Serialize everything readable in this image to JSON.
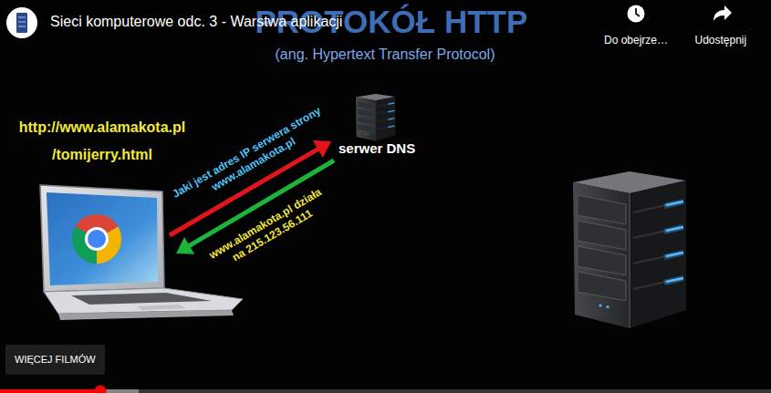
{
  "diagram": {
    "title": "PROTOKÓŁ HTTP",
    "nodes": [
      {
        "text": [
          "http://www.alamakota.pl /tomijerry.html"
        ]
      },
      {
        "text": [
          "serwer DNS"
        ]
      },
      {
        "text": [
          "WIĘCEJ FILMÓW"
        ]
      }
    ],
    "edges": [
      {
        "from": 0,
        "to": 1,
        "label": "Jaki jest adres IP serwera strony www.alamakota.pl",
        "arrow": "to"
      },
      {
        "from": 1,
        "to": 0,
        "label": "www.alamakota.pl działa na 215.123.56.111",
        "arrow": "to"
      }
    ],
    "labels": [
      "Sieci komputerowe odc. 3 - Warstwa aplikacji",
      "(ang. Hypertext Transfer Protocol)",
      "Do obejrze…",
      "Udostępnij"
    ]
  }
}
